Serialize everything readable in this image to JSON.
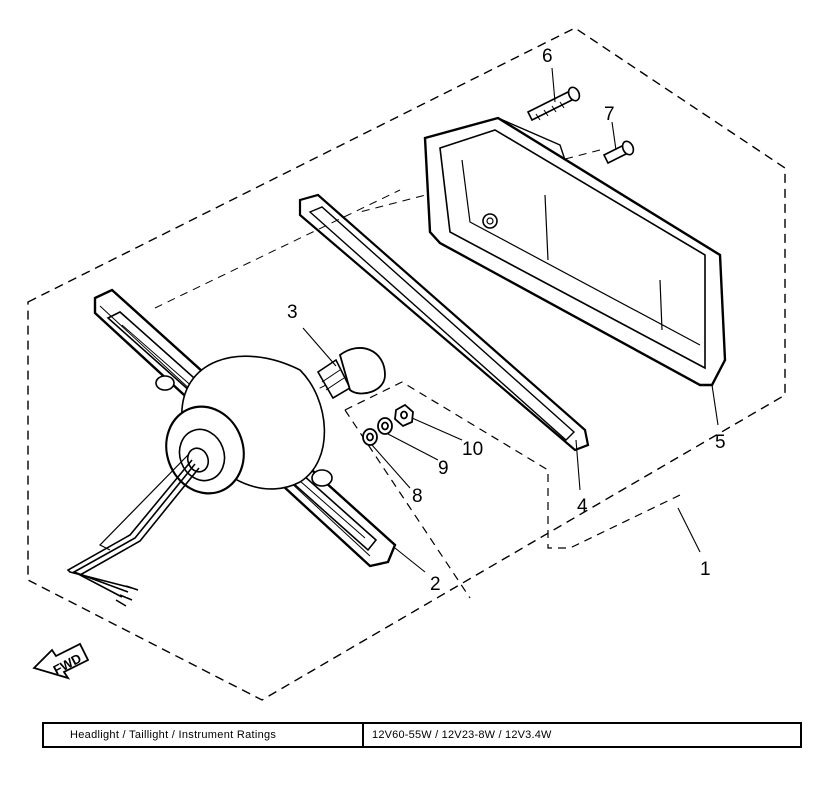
{
  "callouts": {
    "c1": "1",
    "c2": "2",
    "c3": "3",
    "c4": "4",
    "c5": "5",
    "c6": "6",
    "c7": "7",
    "c8": "8",
    "c9": "9",
    "c10": "10"
  },
  "fwd_label": "FWD",
  "ratings": {
    "label": "Headlight / Taillight / Instrument Ratings",
    "value": "12V60-55W / 12V23-8W / 12V3.4W"
  },
  "colors": {
    "ink": "#000000",
    "paper": "#ffffff"
  }
}
